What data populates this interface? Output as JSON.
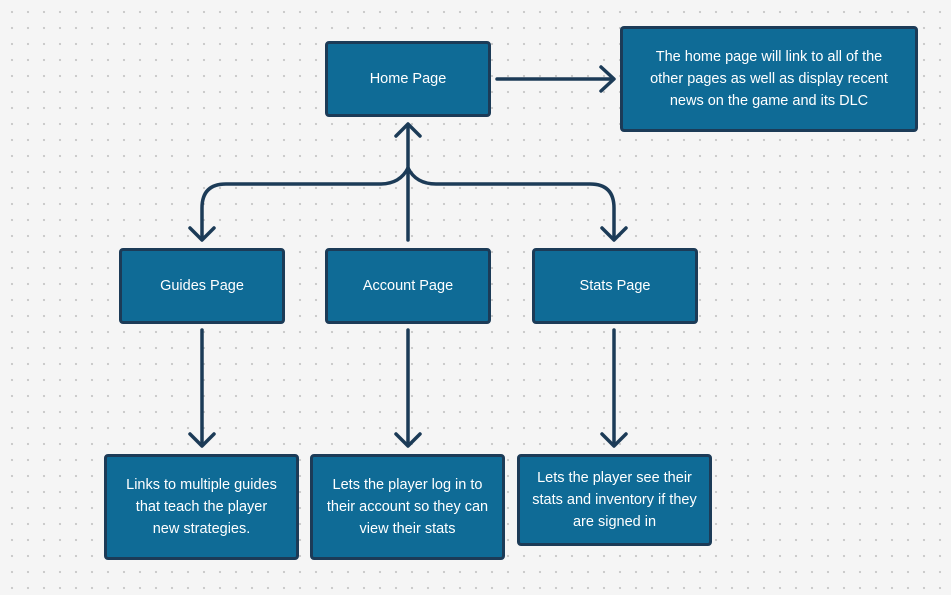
{
  "diagram": {
    "nodes": {
      "home": {
        "label": "Home Page"
      },
      "home_note": {
        "label": "The home page will link to all of the other pages as well as display recent news on the game and its DLC"
      },
      "guides": {
        "label": "Guides Page"
      },
      "account": {
        "label": "Account Page"
      },
      "stats": {
        "label": "Stats Page"
      },
      "guides_note": {
        "label": "Links to multiple guides that teach the player new strategies."
      },
      "account_note": {
        "label": "Lets the player log in to their account so they can view their stats"
      },
      "stats_note": {
        "label": "Lets the player see their stats and inventory if they are signed in"
      }
    },
    "colors": {
      "node_fill": "#0f6b96",
      "node_border": "#1c3b57",
      "connector": "#1c3b57",
      "text": "#ffffff",
      "background": "#f5f5f5"
    }
  }
}
